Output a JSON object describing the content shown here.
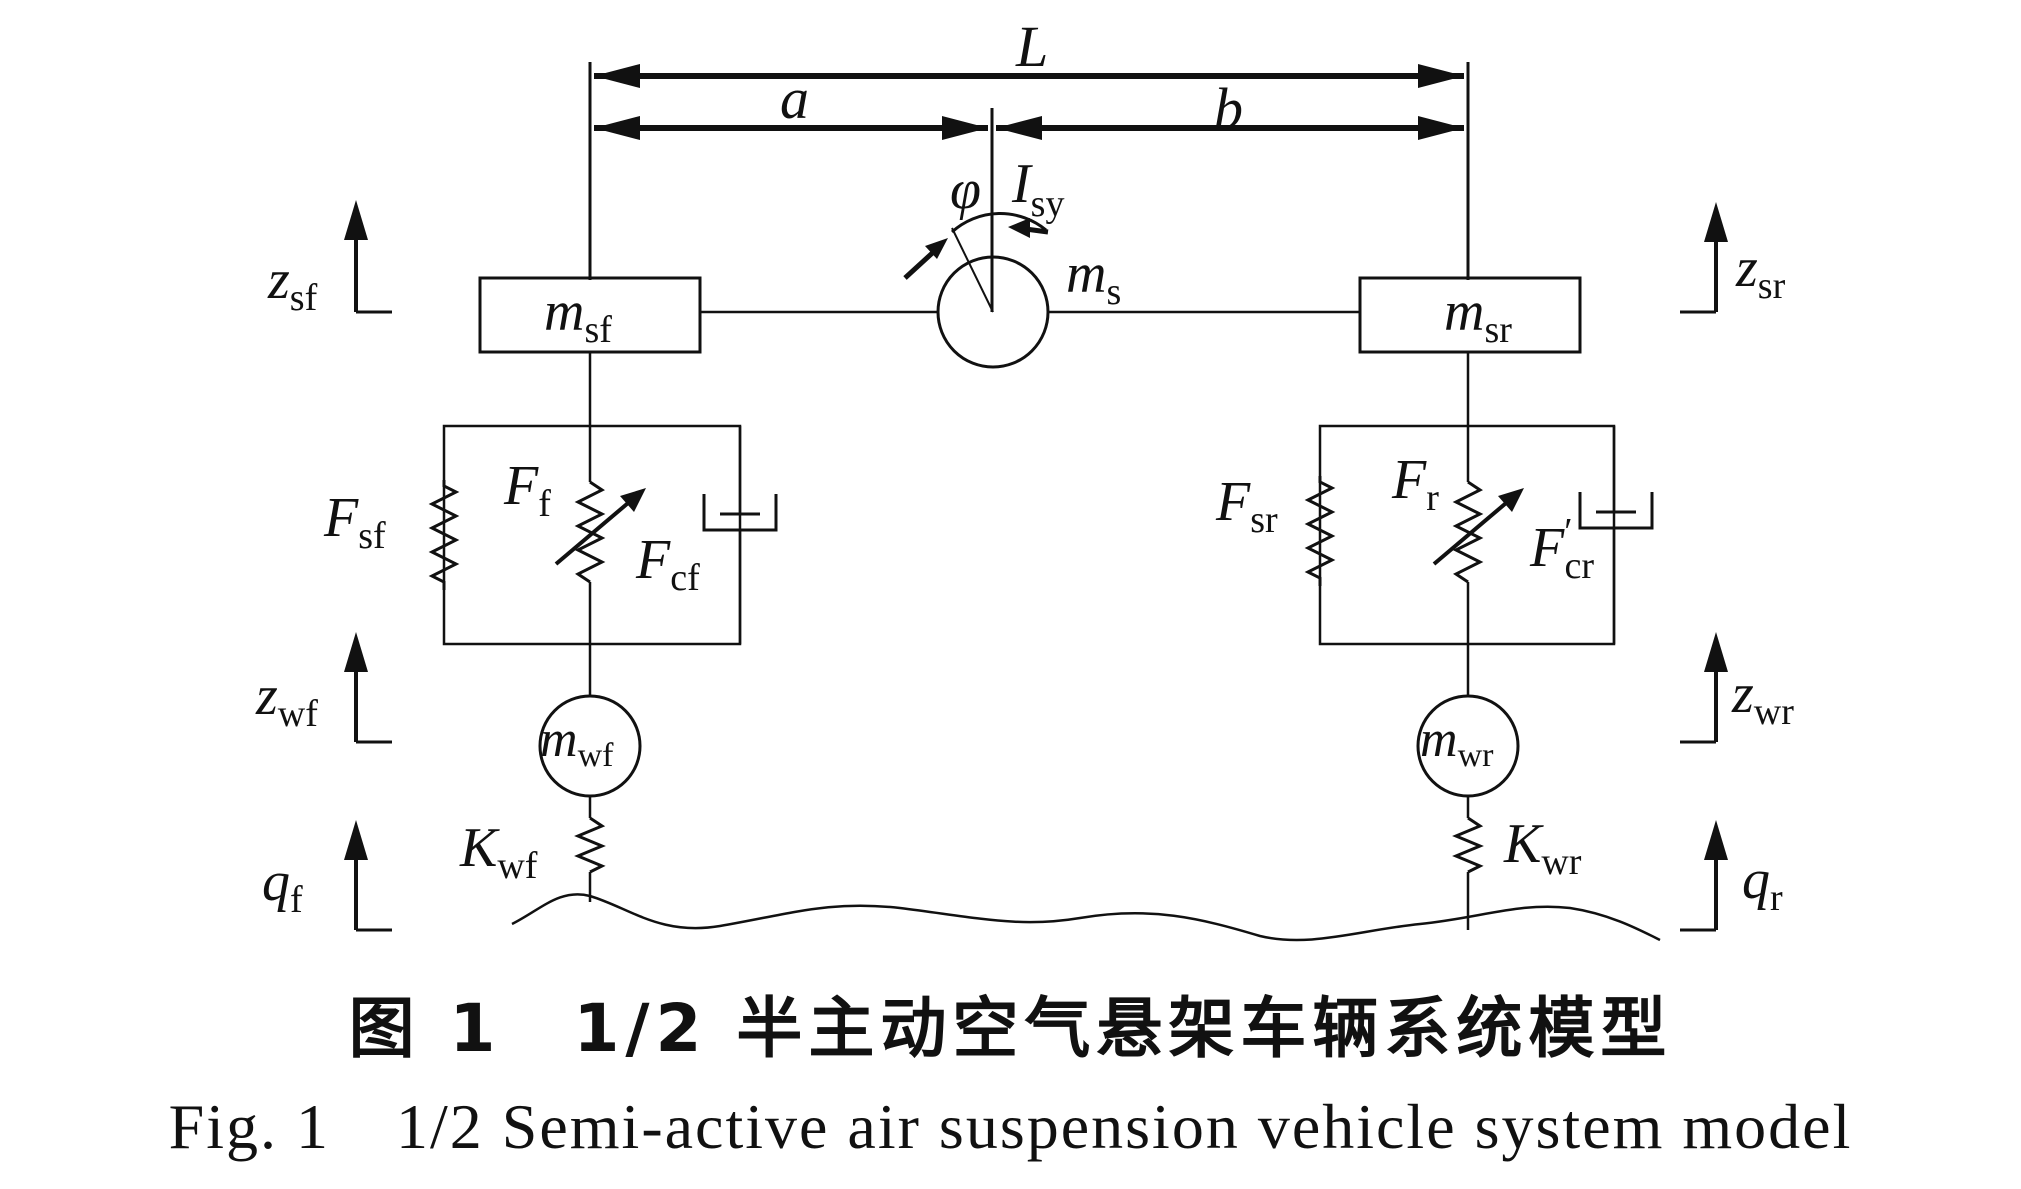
{
  "labels": {
    "L": "L",
    "a": "a",
    "b": "b",
    "phi": "φ",
    "I": "I",
    "I_sub": "sy",
    "ms": "m",
    "ms_sub": "s",
    "msf": "m",
    "msf_sub": "sf",
    "msr": "m",
    "msr_sub": "sr",
    "zsf": "z",
    "zsf_sub": "sf",
    "zsr": "z",
    "zsr_sub": "sr",
    "Fsf": "F",
    "Fsf_sub": "sf",
    "Ff": "F",
    "Ff_sub": "f",
    "Fcf": "F",
    "Fcf_sub": "cf",
    "Fsr": "F",
    "Fsr_sub": "sr",
    "Fr": "F",
    "Fr_sub": "r",
    "Fcr": "F",
    "Fcr_prime": "′",
    "Fcr_sub": "cr",
    "zwf": "z",
    "zwf_sub": "wf",
    "zwr": "z",
    "zwr_sub": "wr",
    "mwf": "m",
    "mwf_sub": "wf",
    "mwr": "m",
    "mwr_sub": "wr",
    "Kwf": "K",
    "Kwf_sub": "wf",
    "Kwr": "K",
    "Kwr_sub": "wr",
    "qf": "q",
    "qf_sub": "f",
    "qr": "q",
    "qr_sub": "r"
  },
  "caption": {
    "chinese": "图 1　1/2 半主动空气悬架车辆系统模型",
    "english": "Fig. 1　1/2 Semi-active air suspension vehicle system model"
  }
}
